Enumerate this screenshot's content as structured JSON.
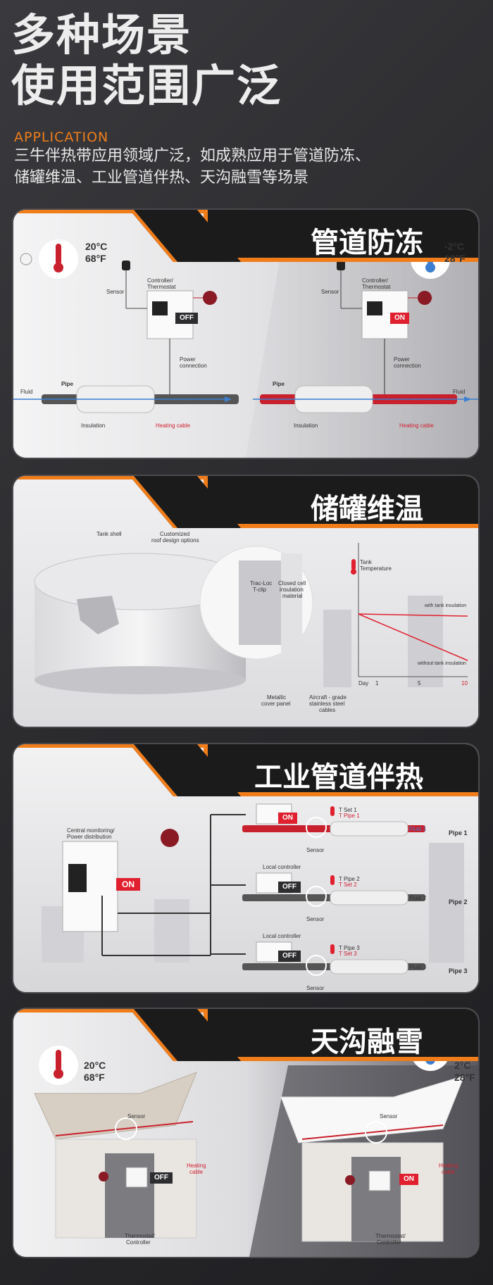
{
  "header": {
    "title_line1": "多种场景",
    "title_line2": "使用范围广泛",
    "app_label": "APPLICATION",
    "desc_line1": "三牛伴热带应用领域广泛，如成熟应用于管道防冻、",
    "desc_line2": "储罐维温、工业管道伴热、天沟融雪等场景"
  },
  "colors": {
    "accent": "#f07d1a",
    "on": "#e0202e",
    "dark": "#1b1b1c"
  },
  "panels": [
    {
      "title": "管道防冻",
      "left": {
        "temp_c": "20°C",
        "temp_f": "68°F",
        "status": "OFF"
      },
      "right": {
        "temp_c": "-2°C",
        "temp_f": "28°F",
        "status": "ON"
      },
      "labels": {
        "sensor": "Sensor",
        "controller": "Controller/",
        "controller2": "Thermostat",
        "power": "Power",
        "power2": "connection",
        "fluid": "Fluid",
        "pipe": "Pipe",
        "insulation": "Insulation",
        "heating_cable": "Heating cable"
      }
    },
    {
      "title": "储罐维温",
      "labels": {
        "tank_shell": "Tank shell",
        "roof1": "Customized",
        "roof2": "roof design options",
        "trac1": "Trac-Loc",
        "trac2": "T-clip",
        "closed1": "Closed cell",
        "closed2": "insulation",
        "closed3": "material",
        "metallic1": "Metallic",
        "metallic2": "cover panel",
        "aircraft1": "Aircraft - grade",
        "aircraft2": "stainless steel",
        "aircraft3": "cables",
        "tank_temp1": "Tank",
        "tank_temp2": "Temperature",
        "with_ins": "with tank insulation",
        "without_ins": "without tank insulation",
        "day": "Day",
        "d1": "1",
        "d5": "5",
        "d10": "10"
      }
    },
    {
      "title": "工业管道伴热",
      "labels": {
        "central1": "Central monitoring/",
        "central2": "Power distribution",
        "main_status": "ON",
        "local1": "Local controller",
        "local2": "Local controller",
        "sensor": "Sensor"
      },
      "pipes": [
        {
          "name": "Pipe 1",
          "fluid": "Fluid 1",
          "t1": "T Set 1",
          "t2": "T Pipe 1",
          "status": "ON"
        },
        {
          "name": "Pipe 2",
          "fluid": "Fluid 2",
          "t1": "T Pipe 2",
          "t2": "T Set 2",
          "status": "OFF"
        },
        {
          "name": "Pipe 3",
          "fluid": "Fluid 3",
          "t1": "T Pipe 3",
          "t2": "T Set 3",
          "status": "OFF"
        }
      ]
    },
    {
      "title": "天沟融雪",
      "left": {
        "temp_c": "20°C",
        "temp_f": "68°F",
        "status": "OFF"
      },
      "right": {
        "temp_c": "2°C",
        "temp_f": "28°F",
        "status": "ON"
      },
      "labels": {
        "sensor": "Sensor",
        "heating1": "Heating",
        "heating2": "cable",
        "thermo1": "Thermostat/",
        "thermo2": "Controller"
      }
    }
  ]
}
